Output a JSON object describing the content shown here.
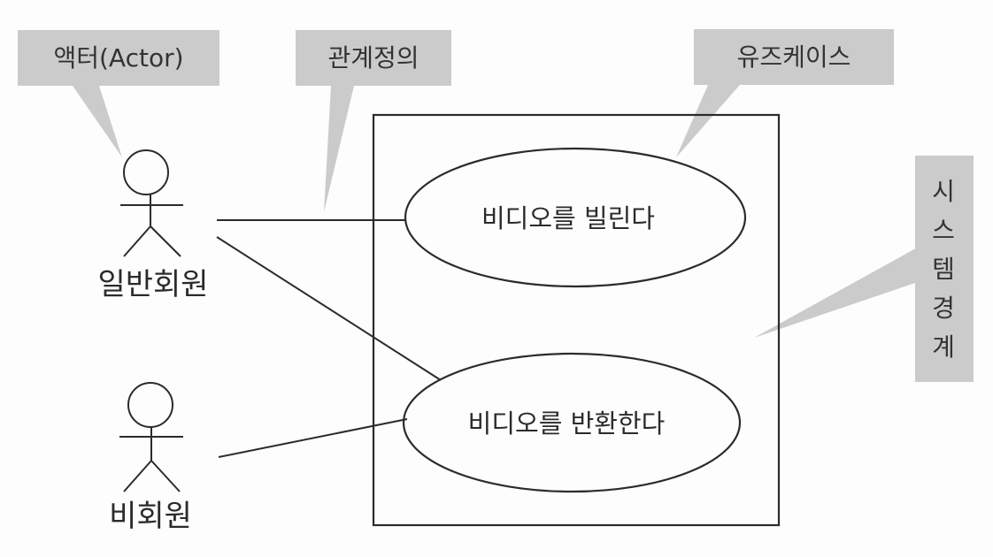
{
  "callouts": {
    "actor": "액터(Actor)",
    "relation": "관계정의",
    "usecase": "유즈케이스",
    "system_boundary": [
      "시",
      "스",
      "템",
      "경",
      "계"
    ]
  },
  "actors": {
    "member": "일반회원",
    "non_member": "비회원"
  },
  "usecases": {
    "rent": "비디오를 빌린다",
    "return": "비디오를 반환한다"
  },
  "colors": {
    "callout_fill": "#cbcbcb",
    "line": "#2b2b2b",
    "background": "#fdfdfd"
  }
}
